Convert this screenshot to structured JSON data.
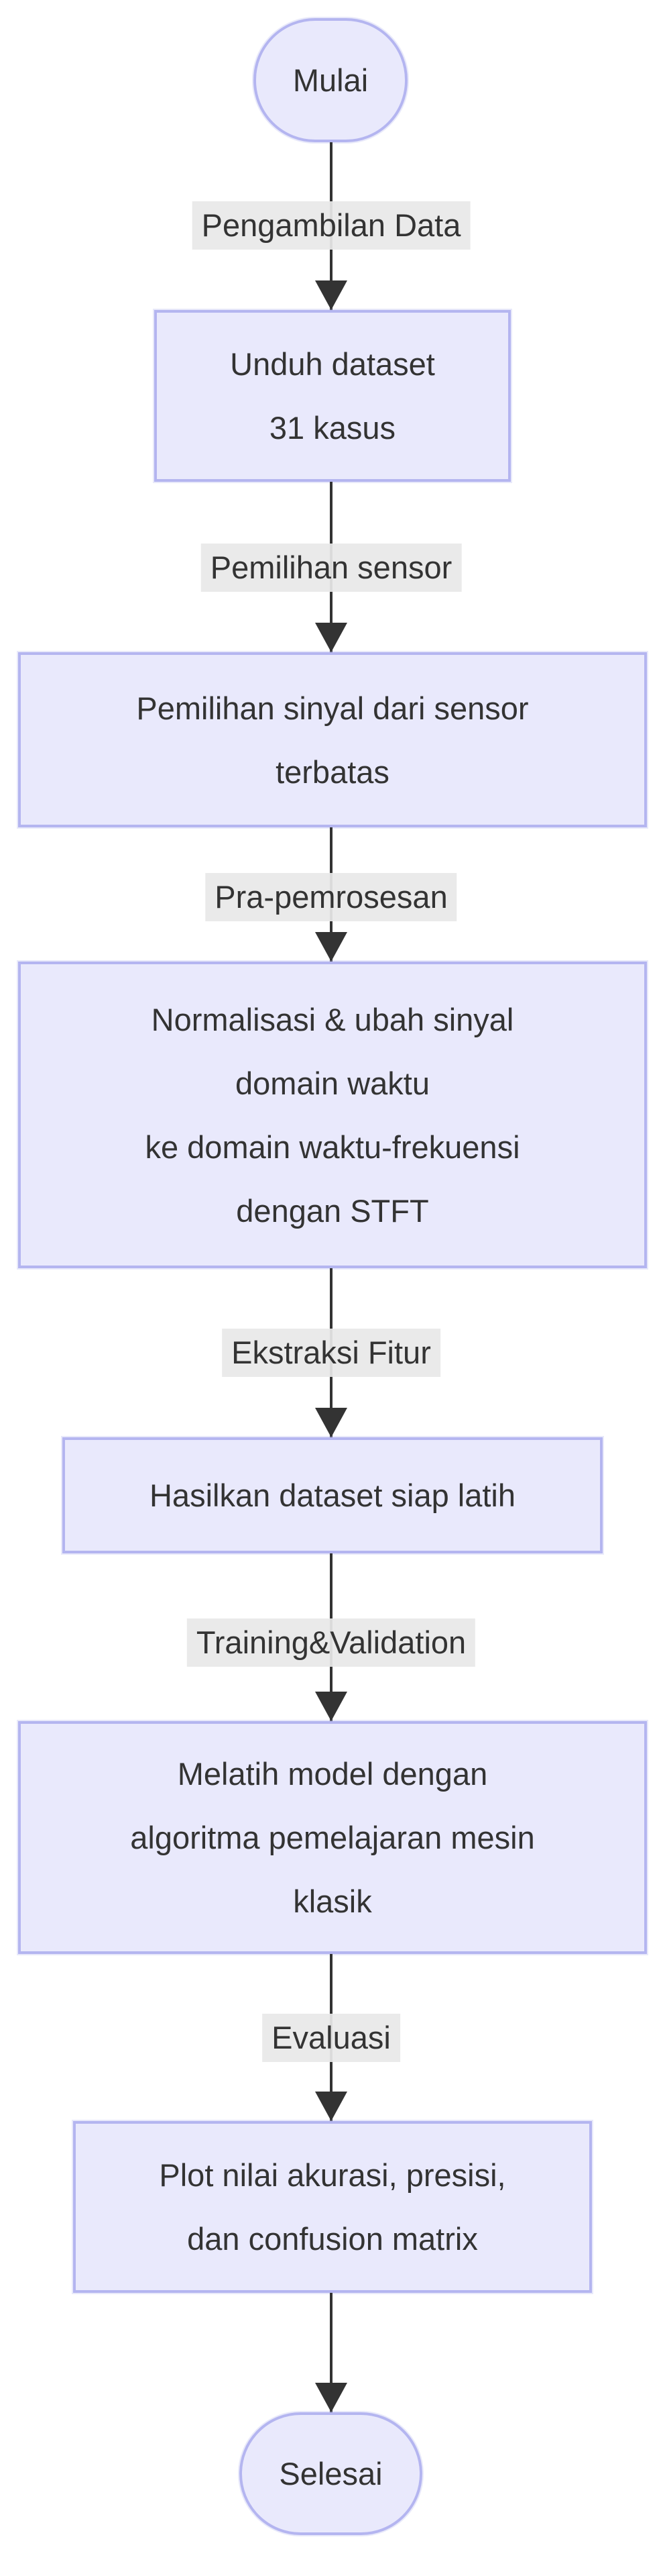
{
  "diagram": {
    "type": "flowchart-top-down",
    "colors": {
      "node_fill": "#e9e9fc",
      "node_border": "#b4b5f0",
      "edge_color": "#333333",
      "edge_label_bg": "#e8e8e8",
      "text_color": "#333333",
      "background": "#ffffff"
    },
    "nodes": [
      {
        "id": "start",
        "shape": "stadium",
        "lines": [
          "Mulai"
        ]
      },
      {
        "id": "download",
        "shape": "rect",
        "lines": [
          "Unduh dataset",
          "31 kasus"
        ]
      },
      {
        "id": "sensor",
        "shape": "rect",
        "lines": [
          "Pemilihan sinyal dari sensor",
          "terbatas"
        ]
      },
      {
        "id": "preprocess",
        "shape": "rect",
        "lines": [
          "Normalisasi & ubah sinyal",
          "domain waktu",
          "ke domain waktu-frekuensi",
          "dengan STFT"
        ]
      },
      {
        "id": "feature",
        "shape": "rect",
        "lines": [
          "Hasilkan dataset siap latih"
        ]
      },
      {
        "id": "train",
        "shape": "rect",
        "lines": [
          "Melatih model dengan",
          "algoritma pemelajaran mesin",
          "klasik"
        ]
      },
      {
        "id": "evaluate",
        "shape": "rect",
        "lines": [
          "Plot nilai akurasi, presisi,",
          "dan confusion matrix"
        ]
      },
      {
        "id": "end",
        "shape": "stadium",
        "lines": [
          "Selesai"
        ]
      }
    ],
    "edges": [
      {
        "from": "start",
        "to": "download",
        "label": "Pengambilan Data"
      },
      {
        "from": "download",
        "to": "sensor",
        "label": "Pemilihan sensor"
      },
      {
        "from": "sensor",
        "to": "preprocess",
        "label": "Pra-pemrosesan"
      },
      {
        "from": "preprocess",
        "to": "feature",
        "label": "Ekstraksi Fitur"
      },
      {
        "from": "feature",
        "to": "train",
        "label": "Training&Validation"
      },
      {
        "from": "train",
        "to": "evaluate",
        "label": "Evaluasi"
      },
      {
        "from": "evaluate",
        "to": "end"
      }
    ]
  }
}
